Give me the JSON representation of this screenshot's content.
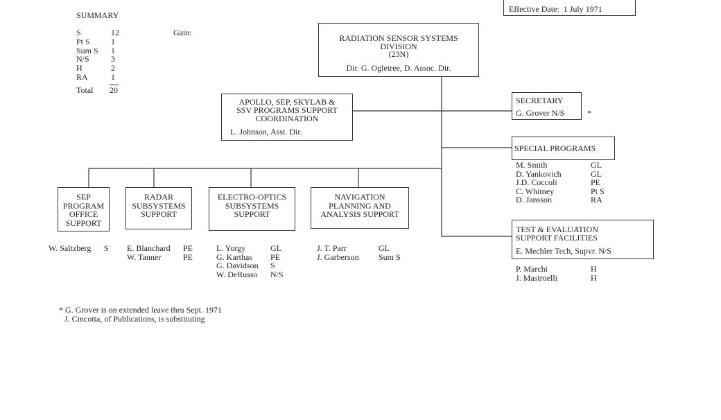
{
  "effective_date": {
    "label": "Effective Date:",
    "value": "1 July 1971"
  },
  "summary": {
    "title": "SUMMARY",
    "rows": [
      {
        "code": "S",
        "count": "12"
      },
      {
        "code": "Pt S",
        "count": "1"
      },
      {
        "code": "Sum S",
        "count": "1"
      },
      {
        "code": "N/S",
        "count": "3"
      },
      {
        "code": "H",
        "count": "2"
      },
      {
        "code": "RA",
        "count": "1"
      }
    ],
    "total_label": "Total",
    "total": "20",
    "gain_label": "Gain:"
  },
  "division": {
    "line1": "RADIATION SENSOR SYSTEMS",
    "line2": "DIVISION",
    "line3": "(23N)",
    "director": "Dir. G. Ogletree,  D. Assoc. Dir."
  },
  "apollo": {
    "line1": "APOLLO, SEP, SKYLAB &",
    "line2": "SSV PROGRAMS SUPPORT",
    "line3": "COORDINATION",
    "head": "L. Johnson,  Asst. Dir."
  },
  "secretary": {
    "title": "SECRETARY",
    "name": "G. Grover N/S",
    "mark": "*"
  },
  "special_programs": {
    "title": "SPECIAL PROGRAMS",
    "staff": [
      {
        "name": "M. Smith",
        "code": "GL"
      },
      {
        "name": "D. Yankovich",
        "code": "GL"
      },
      {
        "name": "J.D. Coccoli",
        "code": "PE"
      },
      {
        "name": "C. Whitney",
        "code": "Pt S"
      },
      {
        "name": "D. Jansson",
        "code": "RA"
      }
    ]
  },
  "test_eval": {
    "line1": "TEST & EVALUATION",
    "line2": "SUPPORT FACILITIES",
    "head": "E. Mechler  Tech, Supvr.  N/S",
    "staff": [
      {
        "name": "P. Marchi",
        "code": "H"
      },
      {
        "name": "J. Mastroelli",
        "code": "H"
      }
    ]
  },
  "units": [
    {
      "lines": [
        "SEP",
        "PROGRAM",
        "OFFICE",
        "SUPPORT"
      ],
      "staff": [
        {
          "name": "W. Saltzberg",
          "code": "S"
        }
      ]
    },
    {
      "lines": [
        "RADAR",
        "SUBSYSTEMS",
        "SUPPORT"
      ],
      "staff": [
        {
          "name": "E. Blanchard",
          "code": "PE"
        },
        {
          "name": "W. Tanner",
          "code": "PE"
        }
      ]
    },
    {
      "lines": [
        "ELECTRO-OPTICS",
        "SUBSYSTEMS",
        "SUPPORT"
      ],
      "staff": [
        {
          "name": "L. Yorgy",
          "code": "GL"
        },
        {
          "name": "G. Karthas",
          "code": "PE"
        },
        {
          "name": "G. Davidson",
          "code": "S"
        },
        {
          "name": "W. DeRusso",
          "code": "N/S"
        }
      ]
    },
    {
      "lines": [
        "NAVIGATION",
        "PLANNING AND",
        "ANALYSIS SUPPORT"
      ],
      "staff": [
        {
          "name": "J. T. Parr",
          "code": "GL"
        },
        {
          "name": "J. Garberson",
          "code": "Sum S"
        }
      ]
    }
  ],
  "footnote": {
    "line1": "* G. Grover is on extended leave thru Sept. 1971",
    "line2": "J. Cincotta, of Publications, is substituting"
  }
}
